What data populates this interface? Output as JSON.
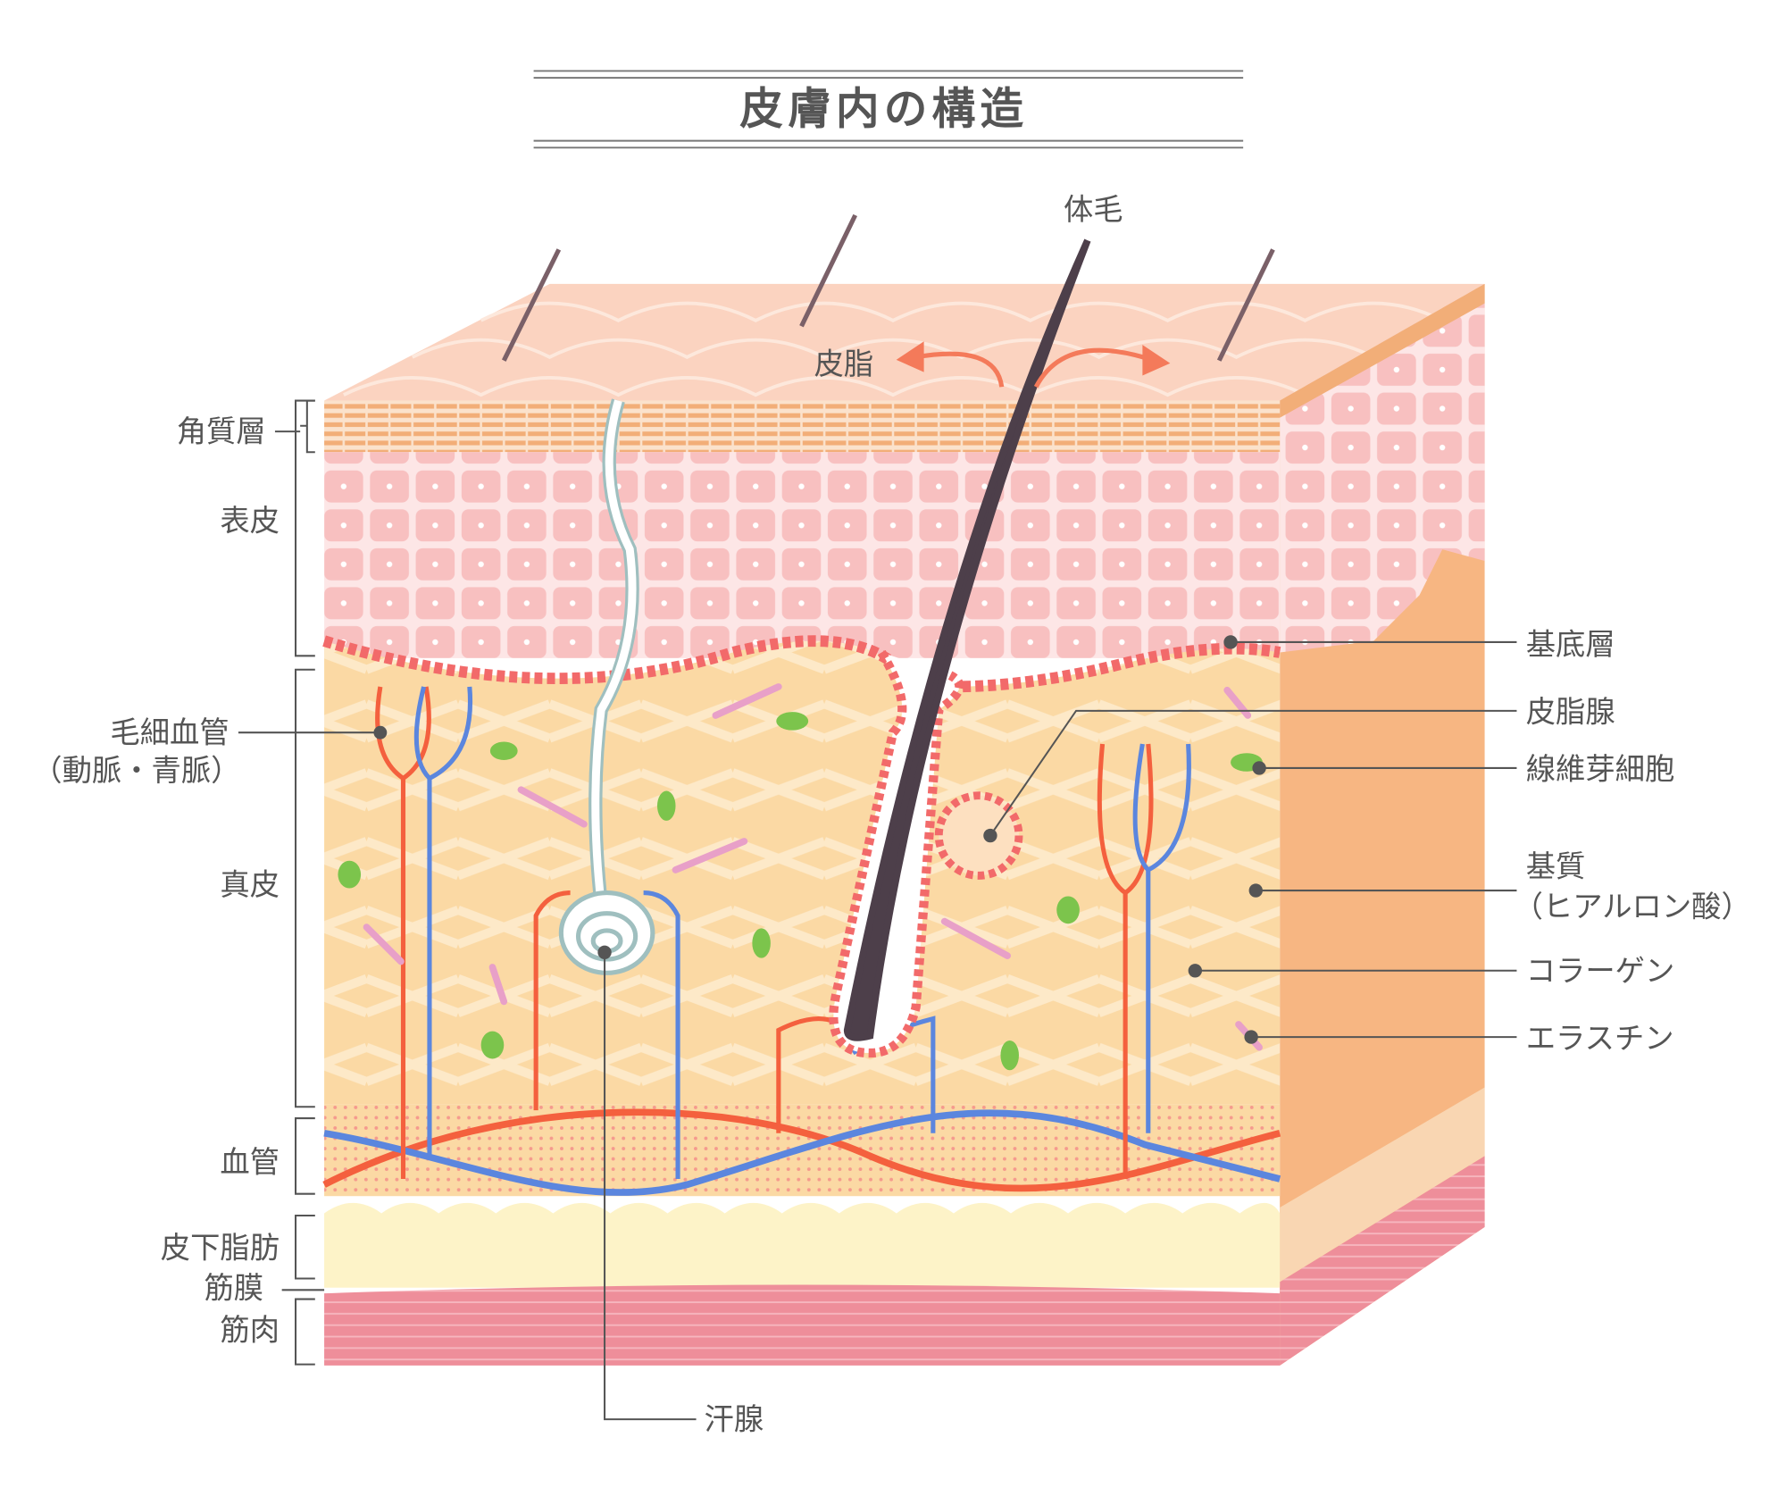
{
  "title": "皮膚内の構造",
  "top_labels": {
    "body_hair": "体毛",
    "sebum": "皮脂"
  },
  "left_labels": {
    "stratum_corneum": "角質層",
    "epidermis": "表皮",
    "capillaries": "毛細血管",
    "capillaries_sub": "（動脈・青脈）",
    "dermis": "真皮",
    "blood_vessels": "血管",
    "subcutaneous_fat": "皮下脂肪",
    "fascia": "筋膜",
    "muscle": "筋肉"
  },
  "right_labels": {
    "basal_layer": "基底層",
    "sebaceous_gland": "皮脂腺",
    "fibroblast": "線維芽細胞",
    "matrix": "基質",
    "matrix_sub": "（ヒアルロン酸）",
    "collagen": "コラーゲン",
    "elastin": "エラスチン"
  },
  "bottom_labels": {
    "sweat_gland": "汗腺"
  },
  "colors": {
    "artery": "#f4603e",
    "vein": "#5b86de",
    "epidermis": "#f8c0c0",
    "corneum": "#f2ae78",
    "dermis": "#fbd9a4",
    "fat": "#fdf3c8",
    "muscle": "#ee8e9a",
    "hair": "#4d3f4a"
  }
}
